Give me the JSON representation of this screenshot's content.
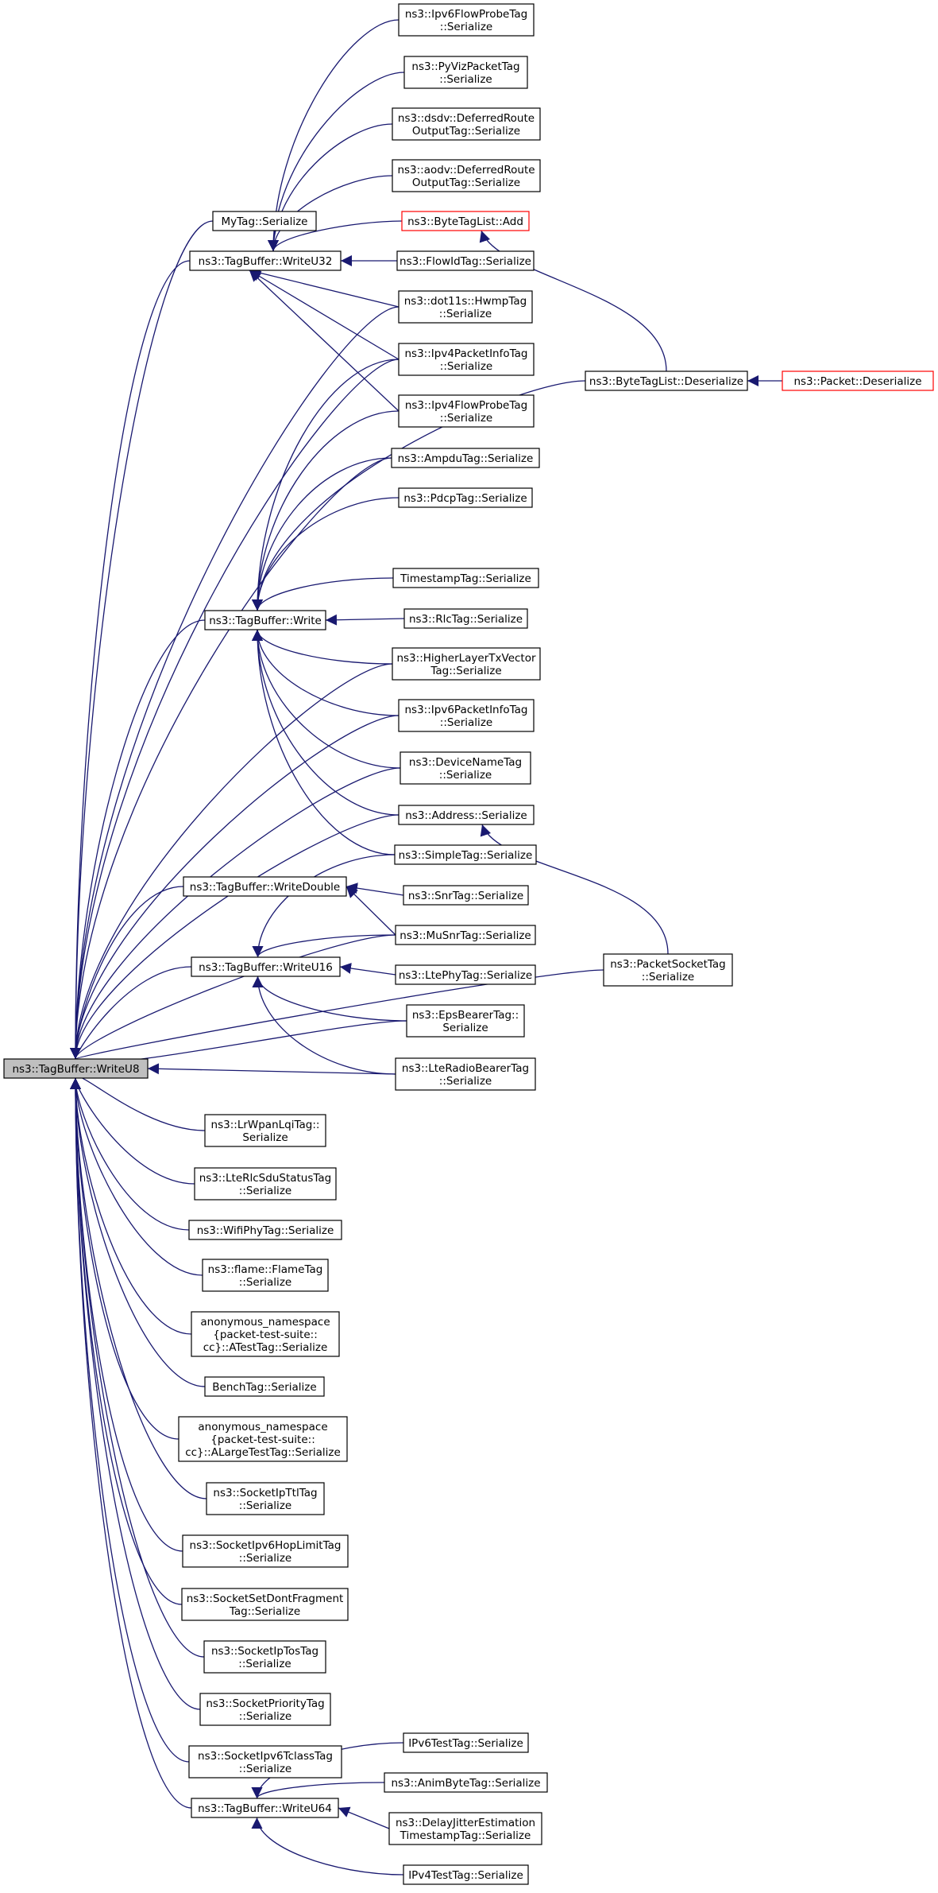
{
  "colors": {
    "edge": "#191970",
    "node_border": "#000000",
    "node_border_highlight": "#ff0000",
    "root_fill": "#bfbfbf",
    "node_fill": "#ffffff"
  },
  "nodes": {
    "writeU8": [
      "ns3::TagBuffer::WriteU8"
    ],
    "mytag": [
      "MyTag::Serialize"
    ],
    "writeU32": [
      "ns3::TagBuffer::WriteU32"
    ],
    "write": [
      "ns3::TagBuffer::Write"
    ],
    "writeDouble": [
      "ns3::TagBuffer::WriteDouble"
    ],
    "writeU16": [
      "ns3::TagBuffer::WriteU16"
    ],
    "lrwpan": [
      "ns3::LrWpanLqiTag::",
      "Serialize"
    ],
    "lterlcsdu": [
      "ns3::LteRlcSduStatusTag",
      "::Serialize"
    ],
    "wifiphy": [
      "ns3::WifiPhyTag::Serialize"
    ],
    "flame": [
      "ns3::flame::FlameTag",
      "::Serialize"
    ],
    "atesttag": [
      "anonymous_namespace",
      "{packet-test-suite::",
      "cc}::ATestTag::Serialize"
    ],
    "benchtag": [
      "BenchTag::Serialize"
    ],
    "alargetesttag": [
      "anonymous_namespace",
      "{packet-test-suite::",
      "cc}::ALargeTestTag::Serialize"
    ],
    "socketipttl": [
      "ns3::SocketIpTtlTag",
      "::Serialize"
    ],
    "socketipv6hop": [
      "ns3::SocketIpv6HopLimitTag",
      "::Serialize"
    ],
    "socketsetdont": [
      "ns3::SocketSetDontFragment",
      "Tag::Serialize"
    ],
    "socketiptos": [
      "ns3::SocketIpTosTag",
      "::Serialize"
    ],
    "socketpriority": [
      "ns3::SocketPriorityTag",
      "::Serialize"
    ],
    "socketipv6tclass": [
      "ns3::SocketIpv6TclassTag",
      "::Serialize"
    ],
    "writeU64": [
      "ns3::TagBuffer::WriteU64"
    ],
    "ipv6flowprobe": [
      "ns3::Ipv6FlowProbeTag",
      "::Serialize"
    ],
    "pyviz": [
      "ns3::PyVizPacketTag",
      "::Serialize"
    ],
    "dsdv": [
      "ns3::dsdv::DeferredRoute",
      "OutputTag::Serialize"
    ],
    "aodv": [
      "ns3::aodv::DeferredRoute",
      "OutputTag::Serialize"
    ],
    "bytetaglistadd": [
      "ns3::ByteTagList::Add"
    ],
    "flowid": [
      "ns3::FlowIdTag::Serialize"
    ],
    "dot11s": [
      "ns3::dot11s::HwmpTag",
      "::Serialize"
    ],
    "ipv4pktinfo": [
      "ns3::Ipv4PacketInfoTag",
      "::Serialize"
    ],
    "ipv4flowprobe": [
      "ns3::Ipv4FlowProbeTag",
      "::Serialize"
    ],
    "ampdu": [
      "ns3::AmpduTag::Serialize"
    ],
    "pdcp": [
      "ns3::PdcpTag::Serialize"
    ],
    "timestamp": [
      "TimestampTag::Serialize"
    ],
    "rlc": [
      "ns3::RlcTag::Serialize"
    ],
    "higherlayer": [
      "ns3::HigherLayerTxVector",
      "Tag::Serialize"
    ],
    "ipv6pktinfo": [
      "ns3::Ipv6PacketInfoTag",
      "::Serialize"
    ],
    "devicename": [
      "ns3::DeviceNameTag",
      "::Serialize"
    ],
    "address": [
      "ns3::Address::Serialize"
    ],
    "simpletag": [
      "ns3::SimpleTag::Serialize"
    ],
    "snrtag": [
      "ns3::SnrTag::Serialize"
    ],
    "musnr": [
      "ns3::MuSnrTag::Serialize"
    ],
    "ltephy": [
      "ns3::LtePhyTag::Serialize"
    ],
    "epsbearer": [
      "ns3::EpsBearerTag::",
      "Serialize"
    ],
    "lteradiobearer": [
      "ns3::LteRadioBearerTag",
      "::Serialize"
    ],
    "ipv6test": [
      "IPv6TestTag::Serialize"
    ],
    "animbyte": [
      "ns3::AnimByteTag::Serialize"
    ],
    "delayjitter": [
      "ns3::DelayJitterEstimation",
      "TimestampTag::Serialize"
    ],
    "ipv4test": [
      "IPv4TestTag::Serialize"
    ],
    "bytetaglistdeser": [
      "ns3::ByteTagList::Deserialize"
    ],
    "packetsocket": [
      "ns3::PacketSocketTag",
      "::Serialize"
    ],
    "packetdeser": [
      "ns3::Packet::Deserialize"
    ]
  }
}
